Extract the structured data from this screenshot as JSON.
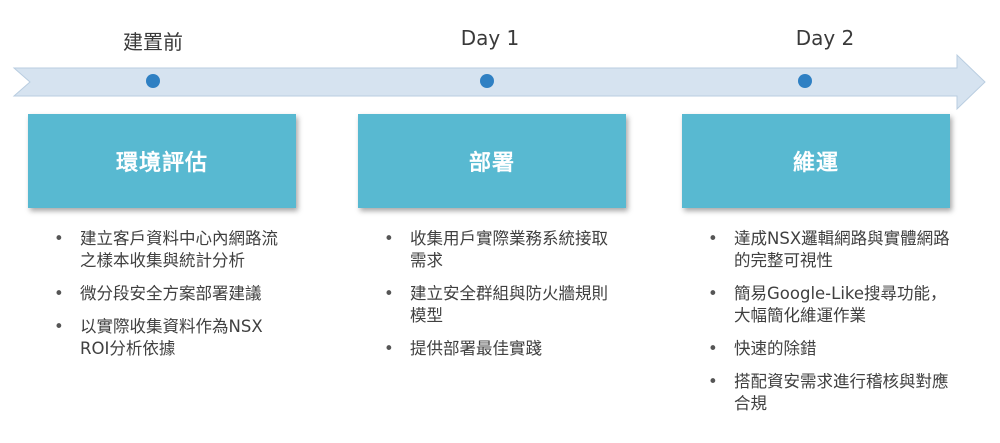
{
  "timeline": {
    "phases": [
      {
        "label": "建置前",
        "card_title": "環境評估",
        "bullets": [
          "建立客戶資料中心內網路流之樣本收集與統計分析",
          "微分段安全方案部署建議",
          "以實際收集資料作為NSX ROI分析依據"
        ]
      },
      {
        "label": "Day 1",
        "card_title": "部署",
        "bullets": [
          "收集用戶實際業務系統接取需求",
          "建立安全群組與防火牆規則模型",
          "提供部署最佳實踐"
        ]
      },
      {
        "label": "Day 2",
        "card_title": "維運",
        "bullets": [
          "達成NSX邏輯網路與實體網路的完整可視性",
          "簡易Google-Like搜尋功能，大幅簡化維運作業",
          "快速的除錯",
          "搭配資安需求進行稽核與對應合規"
        ]
      }
    ]
  },
  "colors": {
    "arrow_fill": "#d6e3f0",
    "arrow_stroke": "#b9cde0",
    "dot": "#2f80c3",
    "card": "#58b9d1"
  }
}
